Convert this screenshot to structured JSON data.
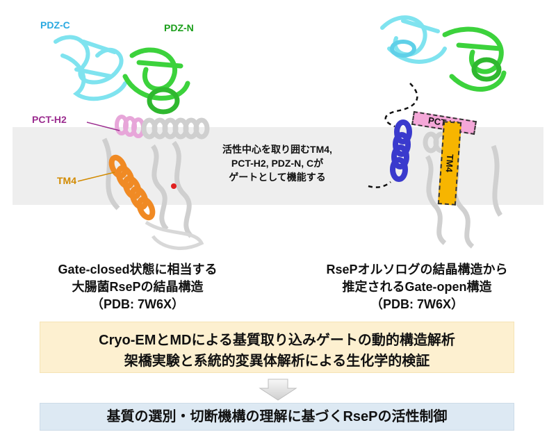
{
  "labels": {
    "pdz_c": "PDZ-C",
    "pdz_n": "PDZ-N",
    "pct_h2": "PCT-H2",
    "tm4": "TM4",
    "pct_h2_tag": "PCT-H2",
    "tm4_tag": "TM4"
  },
  "center_text": {
    "line1": "活性中心を取り囲むTM4,",
    "line2": "PCT-H2, PDZ-N, Cが",
    "line3": "ゲートとして機能する"
  },
  "left_caption": {
    "line1": "Gate-closed状態に相当する",
    "line2": "大腸菌RsePの結晶構造",
    "line3": "（PDB: 7W6X）"
  },
  "right_caption": {
    "line1": "RsePオルソログの結晶構造から",
    "line2": "推定されるGate-open構造",
    "line3": "（PDB: 7W6X）"
  },
  "box1": {
    "line1": "Cryo-EMとMDによる基質取り込みゲートの動的構造解析",
    "line2": "架橋実験と系統的変異体解析による生化学的検証"
  },
  "box2": {
    "text": "基質の選別・切断機構の理解に基づくRsePの活性制御"
  },
  "colors": {
    "pdz_c": "#29a8e0",
    "pdz_n": "#1a9e1a",
    "pct_h2": "#9b2c8f",
    "tm4": "#d28a00",
    "tm4_left_helix": "#f08a24",
    "tm4_right_helix": "#3a3acd",
    "box1_bg": "#fdf0d0",
    "box2_bg": "#dde9f3",
    "membrane": "#eeeeee"
  }
}
